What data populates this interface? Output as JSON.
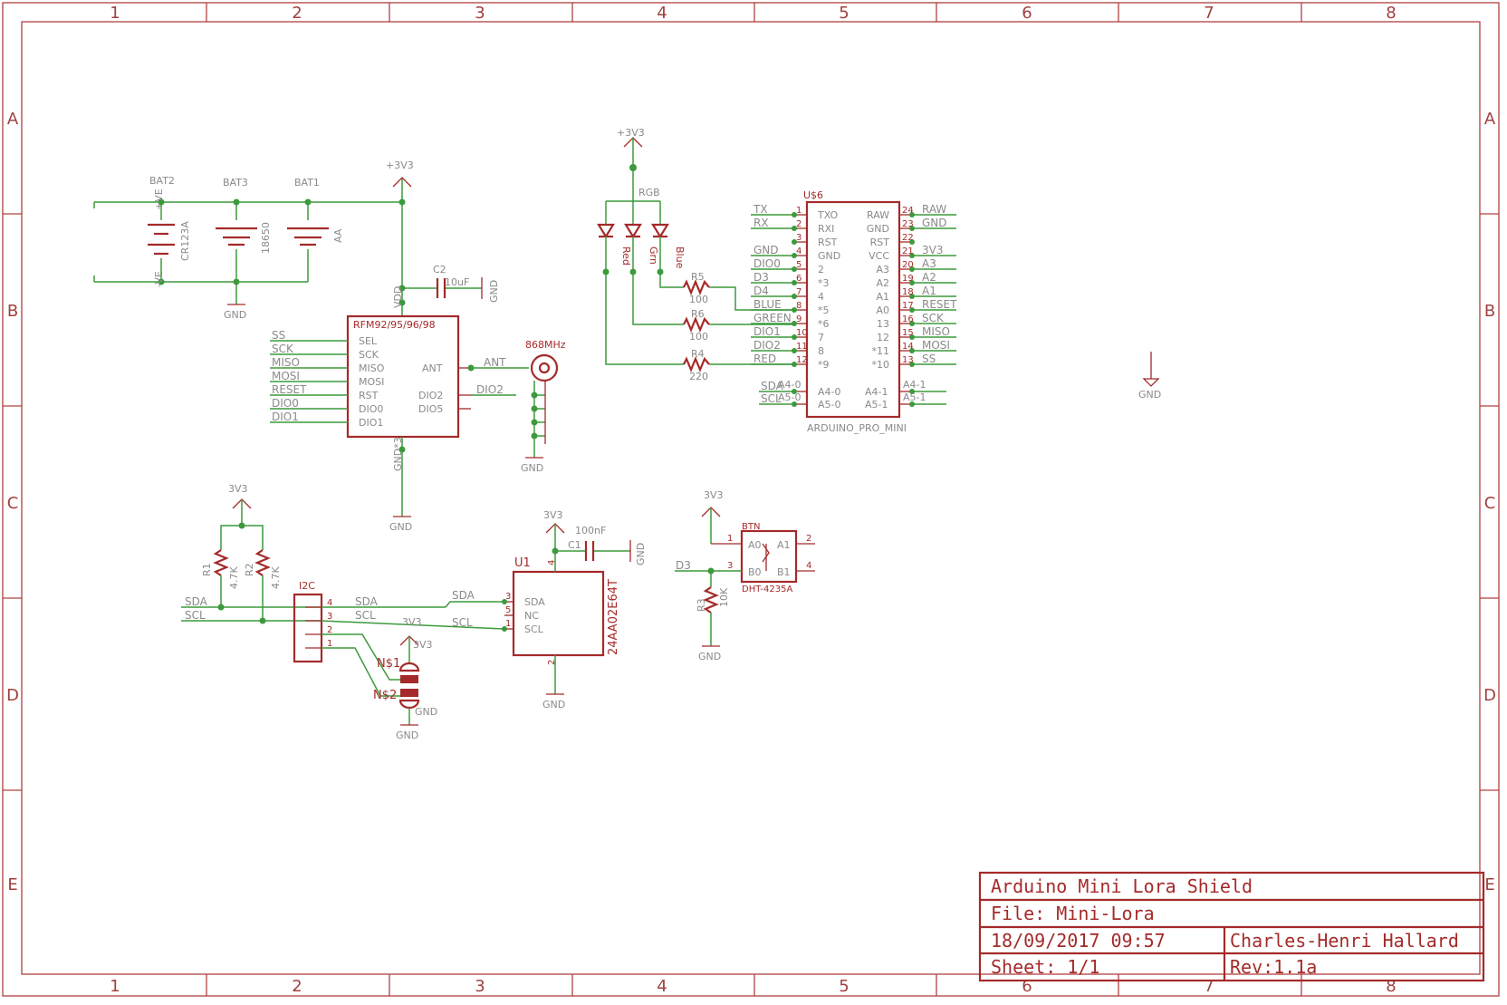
{
  "frame": {
    "columns": [
      "1",
      "2",
      "3",
      "4",
      "5",
      "6",
      "7",
      "8"
    ],
    "rows": [
      "A",
      "B",
      "C",
      "D",
      "E"
    ]
  },
  "title_block": {
    "title": "Arduino Mini Lora Shield",
    "file": "File: Mini-Lora",
    "datetime": "18/09/2017 09:57",
    "author": "Charles-Henri Hallard",
    "sheet": "Sheet: 1/1",
    "rev": "Rev:1.1a"
  },
  "batteries": {
    "bat2": "BAT2",
    "bat2_type": "CR123A",
    "bat2_plus": "+VE",
    "bat2_minus": "-VE",
    "bat3": "BAT3",
    "bat3_type": "18650",
    "bat1": "BAT1",
    "bat1_type": "AA",
    "gnd": "GND"
  },
  "power": {
    "p3v3_top": "+3V3",
    "p3v3_rgb": "+3V3",
    "p3v3_c": "3V3",
    "p3v3_u1": "3V3",
    "p3v3_ns": "3V3",
    "p3v3_btn": "3V3",
    "gnd": "GND"
  },
  "c2": {
    "name": "C2",
    "value": "10uF",
    "gnd": "GND"
  },
  "rfm": {
    "name": "RFM92/95/96/98",
    "vdd": "VDD",
    "gnd_pin": "GND*3",
    "left_pins": [
      "SEL",
      "SCK",
      "MISO",
      "MOSI",
      "RST",
      "DIO0",
      "DIO1"
    ],
    "left_nets": [
      "SS",
      "SCK",
      "MISO",
      "MOSI",
      "RESET",
      "DIO0",
      "DIO1"
    ],
    "right_pins": [
      "ANT",
      "DIO2",
      "DIO5"
    ],
    "ant_net": "ANT",
    "dio2_net": "DIO2",
    "gnd": "GND"
  },
  "antenna": {
    "freq": "868MHz",
    "gnd": "GND"
  },
  "rgb": {
    "name": "RGB",
    "leds": [
      "Red",
      "Grn",
      "Blue"
    ],
    "r5": "R5",
    "r5_val": "100",
    "r6": "R6",
    "r6_val": "100",
    "r4": "R4",
    "r4_val": "220"
  },
  "arduino": {
    "name": "U$6",
    "model": "ARDUINO_PRO_MINI",
    "left_nets": [
      "TX",
      "RX",
      "",
      "GND",
      "DIO0",
      "D3",
      "D4",
      "BLUE",
      "GREEN",
      "DIO1",
      "DIO2",
      "RED"
    ],
    "left_nums": [
      "1",
      "2",
      "3",
      "4",
      "5",
      "6",
      "7",
      "8",
      "9",
      "10",
      "11",
      "12"
    ],
    "left_pins": [
      "TXO",
      "RXI",
      "RST",
      "GND",
      "2",
      "*3",
      "4",
      "*5",
      "*6",
      "7",
      "8",
      "*9"
    ],
    "right_pins": [
      "RAW",
      "GND",
      "RST",
      "VCC",
      "A3",
      "A2",
      "A1",
      "A0",
      "13",
      "12",
      "*11",
      "*10"
    ],
    "right_nums": [
      "24",
      "23",
      "22",
      "21",
      "20",
      "19",
      "18",
      "17",
      "16",
      "15",
      "14",
      "13"
    ],
    "right_nets": [
      "RAW",
      "GND",
      "",
      "3V3",
      "A3",
      "A2",
      "A1",
      "RESET",
      "SCK",
      "MISO",
      "MOSI",
      "SS"
    ],
    "a4_net": "SDA",
    "a4_pin": "A4-0",
    "a4_inner": "A4-0",
    "a5_net": "SCL",
    "a5_pin": "A5-0",
    "a5_inner": "A5-0",
    "a4r_inner": "A4-1",
    "a4r_pin": "A4-1",
    "a5r_inner": "A5-1",
    "a5r_pin": "A5-1"
  },
  "gnd_free": "GND",
  "i2c": {
    "r1": "R1",
    "r1_val": "4.7K",
    "r2": "R2",
    "r2_val": "4.7K",
    "conn": "I2C",
    "sda": "SDA",
    "scl": "SCL",
    "pins": [
      "4",
      "3",
      "2",
      "1"
    ],
    "ns1": "N$1",
    "ns2": "N$2",
    "gnd1": "GND",
    "gnd2": "GND"
  },
  "u1": {
    "name": "U1",
    "part": "24AA02E64T",
    "pins": [
      "SDA",
      "NC",
      "SCL"
    ],
    "pin_nums": [
      "3",
      "5",
      "1"
    ],
    "vcc_num": "4",
    "gnd_num": "2",
    "sda": "SDA",
    "scl": "SCL",
    "c1": "C1",
    "c1_val": "100nF",
    "gnd": "GND",
    "gnd_c": "GND"
  },
  "btn": {
    "name": "BTN",
    "part": "DHT-4235A",
    "a0": "A0",
    "a1": "A1",
    "b0": "B0",
    "b1": "B1",
    "n1": "1",
    "n2": "2",
    "n3": "3",
    "n4": "4",
    "d3": "D3",
    "r3": "R3",
    "r3_val": "10K",
    "gnd": "GND"
  }
}
